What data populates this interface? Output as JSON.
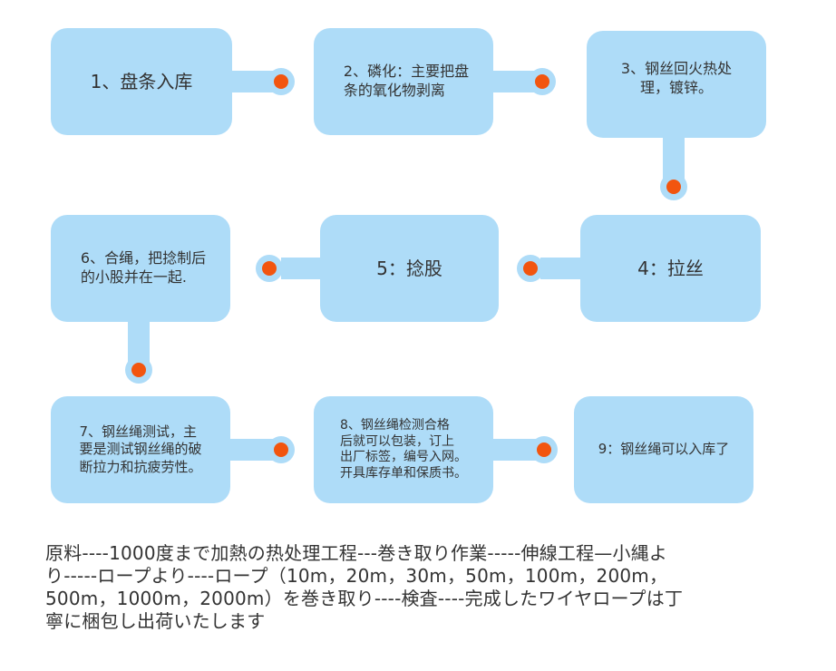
{
  "steps": [
    {
      "id": 1,
      "text": "1、盘条入库",
      "tail": "right"
    },
    {
      "id": 2,
      "text": "2、磷化：主要把盘\n条的氧化物剥离",
      "tail": "right"
    },
    {
      "id": 3,
      "text": "3、钢丝回火热处\n理，镀锌。",
      "tail": "down"
    },
    {
      "id": 4,
      "text": "4：拉丝",
      "tail": "left"
    },
    {
      "id": 5,
      "text": "5：捻股",
      "tail": "left"
    },
    {
      "id": 6,
      "text": "6、合绳，把捻制后\n的小股并在一起.",
      "tail": "down"
    },
    {
      "id": 7,
      "text": "7、钢丝绳测试，主\n要是测试钢丝绳的破\n断拉力和抗疲劳性。",
      "tail": "right"
    },
    {
      "id": 8,
      "text": "8、钢丝绳检测合格\n后就可以包装，订上\n出厂标签，编号入网。\n开具库存单和保质书。",
      "tail": "right"
    },
    {
      "id": 9,
      "text": "9：钢丝绳可以入库了",
      "tail": "none"
    }
  ],
  "caption": "原料----1000度まで加熱の热处理工程---巻き取り作業-----伸線工程—小縄よ\nり-----ロープより----ロープ（10m，20m，30m，50m，100m，200m，\n500m，1000m，2000m）を巻き取り----検査----完成したワイヤロープは丁\n寧に梱包し出荷いたします",
  "colors": {
    "box": "#aedcf8",
    "dot": "#f2550f",
    "text": "#333333"
  }
}
